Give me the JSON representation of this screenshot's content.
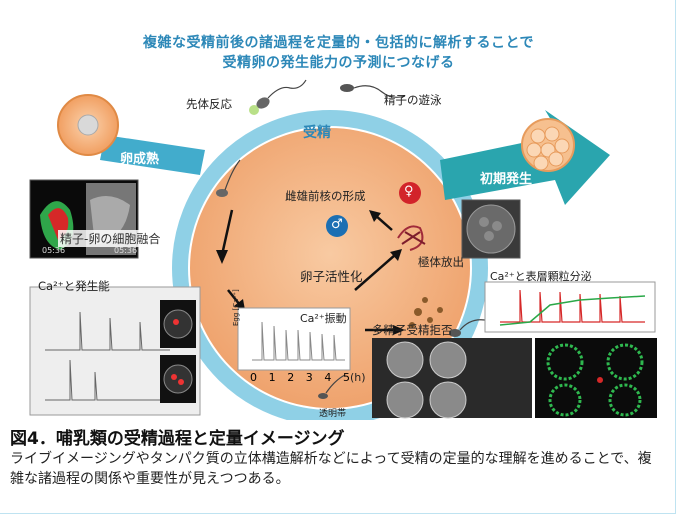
{
  "headline": {
    "line1": "複雑な受精前後の諸過程を定量的・包括的に解析することで",
    "line2": "受精卵の発生能力の予測につなげる"
  },
  "labels": {
    "acrosome_reaction": "先体反応",
    "sperm_swimming": "精子の遊泳",
    "fertilization": "受精",
    "oocyte_maturation": "卵成熟",
    "early_development": "初期発生",
    "pronucleus_formation": "雌雄前核の形成",
    "female_symbol": "♀",
    "male_symbol": "♂",
    "sperm_egg_fusion": "精子-卵の細胞融合",
    "egg_activation": "卵子活性化",
    "polar_body_extrusion": "極体放出",
    "ca_development": "Ca²⁺と発生能",
    "ca_granule_secretion": "Ca²⁺と表層顆粒分泌",
    "ca_oscillation": "Ca²⁺振動",
    "polyspermy_block": "多精子受精拒否",
    "zona_pellucida": "透明帯",
    "fusion_time_left": "05:36",
    "fusion_time_right": "05:36"
  },
  "oscillation_chart": {
    "ylabel": "Egg [Ca²⁺]",
    "xlabel": "(h)",
    "ticks": [
      "0",
      "1",
      "2",
      "3",
      "4",
      "5"
    ]
  },
  "caption": {
    "title": "図4．哺乳類の受精過程と定量イメージング",
    "text": "ライブイメージングやタンパク質の立体構造解析などによって受精の定量的な理解を進めることで、複雑な諸過程の関係や重要性が見えつつある。"
  },
  "colors": {
    "ring": "#8fd0e6",
    "ring_dark": "#3aa7c9",
    "egg": "#f3b483",
    "headline": "#2d88b8",
    "female": "#d2232a",
    "male": "#1b6fb3"
  }
}
